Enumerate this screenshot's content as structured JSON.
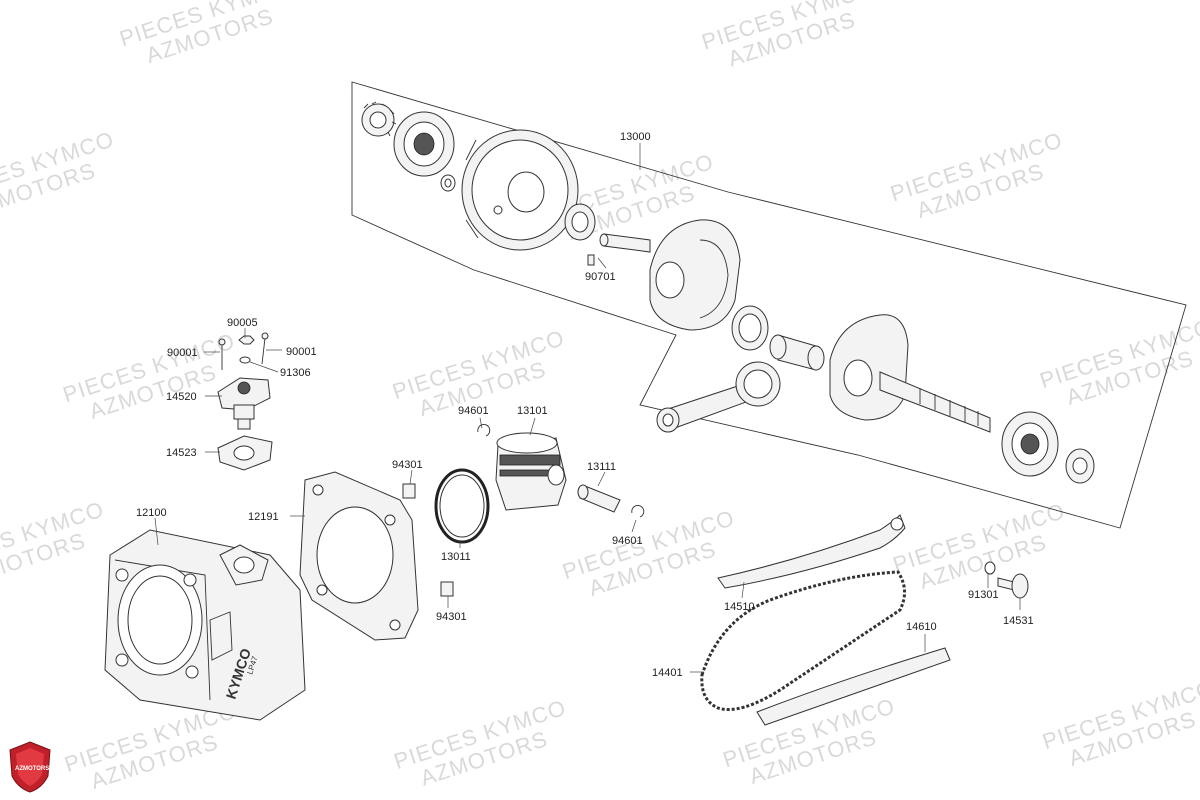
{
  "watermark": {
    "line1": "PIECES KYMCO",
    "line2": "AZMOTORS"
  },
  "logo": {
    "text": "AZMOTORS",
    "color": "#c0202a"
  },
  "cylinder_branding": {
    "brand": "KYMCO",
    "model": "LP47"
  },
  "parts": [
    {
      "id": "p13000",
      "label": "13000"
    },
    {
      "id": "p90701",
      "label": "90701"
    },
    {
      "id": "p90005",
      "label": "90005"
    },
    {
      "id": "p90001a",
      "label": "90001"
    },
    {
      "id": "p90001b",
      "label": "90001"
    },
    {
      "id": "p91306",
      "label": "91306"
    },
    {
      "id": "p14520",
      "label": "14520"
    },
    {
      "id": "p14523",
      "label": "14523"
    },
    {
      "id": "p94601a",
      "label": "94601"
    },
    {
      "id": "p13101",
      "label": "13101"
    },
    {
      "id": "p94301a",
      "label": "94301"
    },
    {
      "id": "p13111",
      "label": "13111"
    },
    {
      "id": "p12100",
      "label": "12100"
    },
    {
      "id": "p12191",
      "label": "12191"
    },
    {
      "id": "p13011",
      "label": "13011"
    },
    {
      "id": "p94601b",
      "label": "94601"
    },
    {
      "id": "p94301b",
      "label": "94301"
    },
    {
      "id": "p14510",
      "label": "14510"
    },
    {
      "id": "p91301",
      "label": "91301"
    },
    {
      "id": "p14531",
      "label": "14531"
    },
    {
      "id": "p14610",
      "label": "14610"
    },
    {
      "id": "p14401",
      "label": "14401"
    }
  ]
}
